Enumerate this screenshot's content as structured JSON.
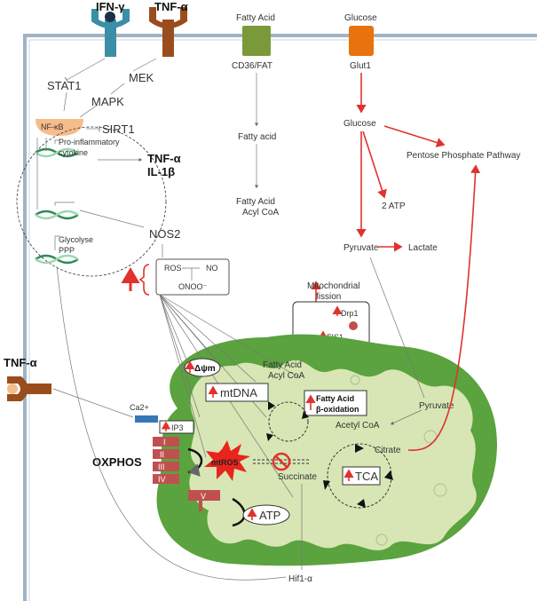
{
  "receptors": {
    "ifn_gamma": "IFN-γ",
    "tnf_alpha_top": "TNF-α",
    "tnf_alpha_side": "TNF-α"
  },
  "colors": {
    "receptor_teal": "#3a8ea6",
    "receptor_brown": "#9a4d1c",
    "fatty_acid_green": "#7a9a3a",
    "glucose_orange": "#e8720c",
    "mito_outer": "#5aa33e",
    "mito_inner": "#d7e6b4",
    "arrow_red": "#e0322e",
    "complex_red": "#c05050"
  },
  "signaling": {
    "stat1": "STAT1",
    "mek": "MEK",
    "mapk": "MAPK",
    "nfkb": "NF-κB",
    "sirt1": "SIRT1",
    "pro_inflammatory": "Pro-inflammatory",
    "cytokine": "cytokine",
    "tnf_alpha": "TNF-α",
    "il1b": "IL-1β",
    "nos2": "NOS2",
    "glycolyse": "Glycolyse",
    "ppp": "PPP",
    "ros": "ROS",
    "no": "NO",
    "onoo": "ONOO⁻"
  },
  "fatty_acid_path": {
    "fatty_acid_top": "Fatty Acid",
    "cd36": "CD36/FAT",
    "fatty_acid": "Fatty acid",
    "acyl_coa_line1": "Fatty Acid",
    "acyl_coa_line2": "Acyl CoA"
  },
  "glucose_path": {
    "glucose_top": "Glucose",
    "glut1": "Glut1",
    "glucose": "Glucose",
    "ppp_full": "Pentose Phosphate Pathway",
    "atp2": "2 ATP",
    "pyruvate": "Pyruvate",
    "lactate": "Lactate"
  },
  "mitochondria": {
    "fission_line1": "Mitochondrial",
    "fission_line2": "fission",
    "drp1": "Drp1",
    "fis1": "FIS1",
    "dpsi": "Δψm",
    "mtdna": "mtDNA",
    "acyl_coa_line1": "Fatty Acid",
    "acyl_coa_line2": "Acyl CoA",
    "fao_line1": "Fatty Acid",
    "fao_line2": "β-oxidation",
    "pyruvate": "Pyruvate",
    "acetyl_coa": "Acetyl CoA",
    "citrate": "Citrate",
    "ca": "Ca2+",
    "ip3": "IP3",
    "oxphos": "OXPHOS",
    "complex_i": "I",
    "complex_ii": "II",
    "complex_iii": "III",
    "complex_iv": "IV",
    "complex_v": "V",
    "mtros": "mtROS",
    "succinate": "Succinate",
    "tca": "TCA",
    "atp": "ATP",
    "hif1a": "Hif1-α"
  }
}
